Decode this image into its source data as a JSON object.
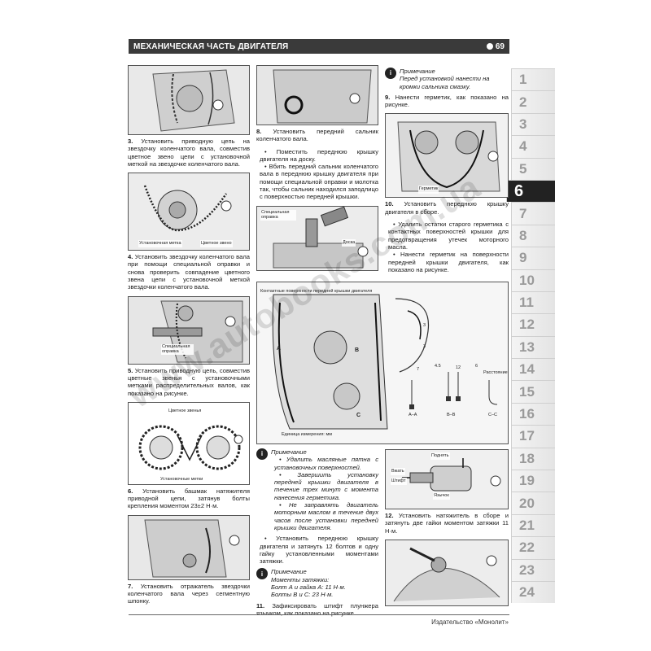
{
  "header": {
    "title": "МЕХАНИЧЕСКАЯ ЧАСТЬ ДВИГАТЕЛЯ",
    "page": "69"
  },
  "tabs": [
    "1",
    "2",
    "3",
    "4",
    "5",
    "6",
    "7",
    "8",
    "9",
    "10",
    "11",
    "12",
    "13",
    "14",
    "15",
    "16",
    "17",
    "18",
    "19",
    "20",
    "21",
    "22",
    "23",
    "24"
  ],
  "active_tab": "6",
  "col1": {
    "step3_num": "3.",
    "step3": "Установить приводную цепь на звездочку коленчатого вала, совместив цветное звено цепи с установочной меткой на звездочке коленчатого вала.",
    "fig2_label_left": "Установочная метка",
    "fig2_label_right": "Цветное звено",
    "step4_num": "4.",
    "step4": "Установить звездочку коленчатого вала при помощи специальной оправки и снова проверить совпадение цветного звена цепи с установочной меткой звездочки коленчатого вала.",
    "fig3_label": "Специальная оправка",
    "step5_num": "5.",
    "step5": "Установить приводную цепь, совместив цветные звенья с установочными метками распределительных валов, как показано на рисунке.",
    "fig4_top": "Цветное звенья",
    "fig4_bottom": "Установочные метки",
    "step6_num": "6.",
    "step6": "Установить башмак натяжителя приводной цепи, затянув болты крепления моментом 23±2 Н·м.",
    "step7_num": "7.",
    "step7": "Установить отражатель звездочки коленчатого вала через сегментную шпонку."
  },
  "col2": {
    "step8_num": "8.",
    "step8": "Установить передний сальник коленчатого вала.",
    "b1": "• Поместить переднюю крышку двигателя на доску.",
    "b2": "• Вбить передний сальник коленчатого вала в переднюю крышку двигателя при помощи специальной оправки и молотка так, чтобы сальник находился заподлицо с поверхностью передней крышки.",
    "fig_label1": "Специальная оправка",
    "fig_label2": "Доска"
  },
  "col3": {
    "note1_title": "Примечание",
    "note1_text": "Перед установкой нанести на кромки сальника смазку.",
    "step9_num": "9.",
    "step9": "Нанести герметик, как показано на рисунке.",
    "fig_label": "Герметик",
    "step10_num": "10.",
    "step10": "Установить переднюю крышку двигателя в сборе.",
    "b1": "• Удалить остатки старого герметика с контактных поверхностей крышки для предотвращения утечек моторного масла.",
    "b2": "• Нанести герметик на поверхности передней крышки двигателя, как показано на рисунке."
  },
  "bigfig": {
    "top_label": "Контактные поверхности передней крышки двигателя",
    "units": "Единица измерения: мм",
    "sec1": "A–A",
    "sec2": "B–B",
    "sec3": "C–C",
    "dim1": "7",
    "dim2": "4.5",
    "dim3": "12",
    "dim4": "6",
    "dim5": "Расстояние",
    "dim6": "3",
    "dim7": "3",
    "letA": "A",
    "letB": "B",
    "letC": "C"
  },
  "lowmid": {
    "note_title": "Примечание",
    "n1": "• Удалить масляные пятна с установочных поверхностей.",
    "n2": "• Завершить установку передней крышки двигателя в течение трех минут с момента нанесения герметика.",
    "n3": "• Не заправлять двигатель моторным маслом в течение двух часов после установки передней крышки двигателя.",
    "b": "• Установить переднюю крышку двигателя и затянуть 12 болтов и одну гайку установленными моментами затяжки.",
    "note2_title": "Примечание",
    "note2_l1": "Моменты затяжки:",
    "note2_l2": "Болт А и гайка А: 11 Н·м.",
    "note2_l3": "Болты В и С: 23 Н·м.",
    "step11_num": "11.",
    "step11": "Зафиксировать штифт плунжера язычком, как показано на рисунке."
  },
  "lowright": {
    "lbl1": "Поднять",
    "lbl2": "Вжать",
    "lbl3": "Штифт",
    "lbl4": "Язычок",
    "step12_num": "12.",
    "step12": "Установить натяжитель в сборе и затянуть две гайки моментом затяжки 11 Н·м."
  },
  "footer": "Издательство «Монолит»",
  "watermark": "www.autobooks.com.ua"
}
